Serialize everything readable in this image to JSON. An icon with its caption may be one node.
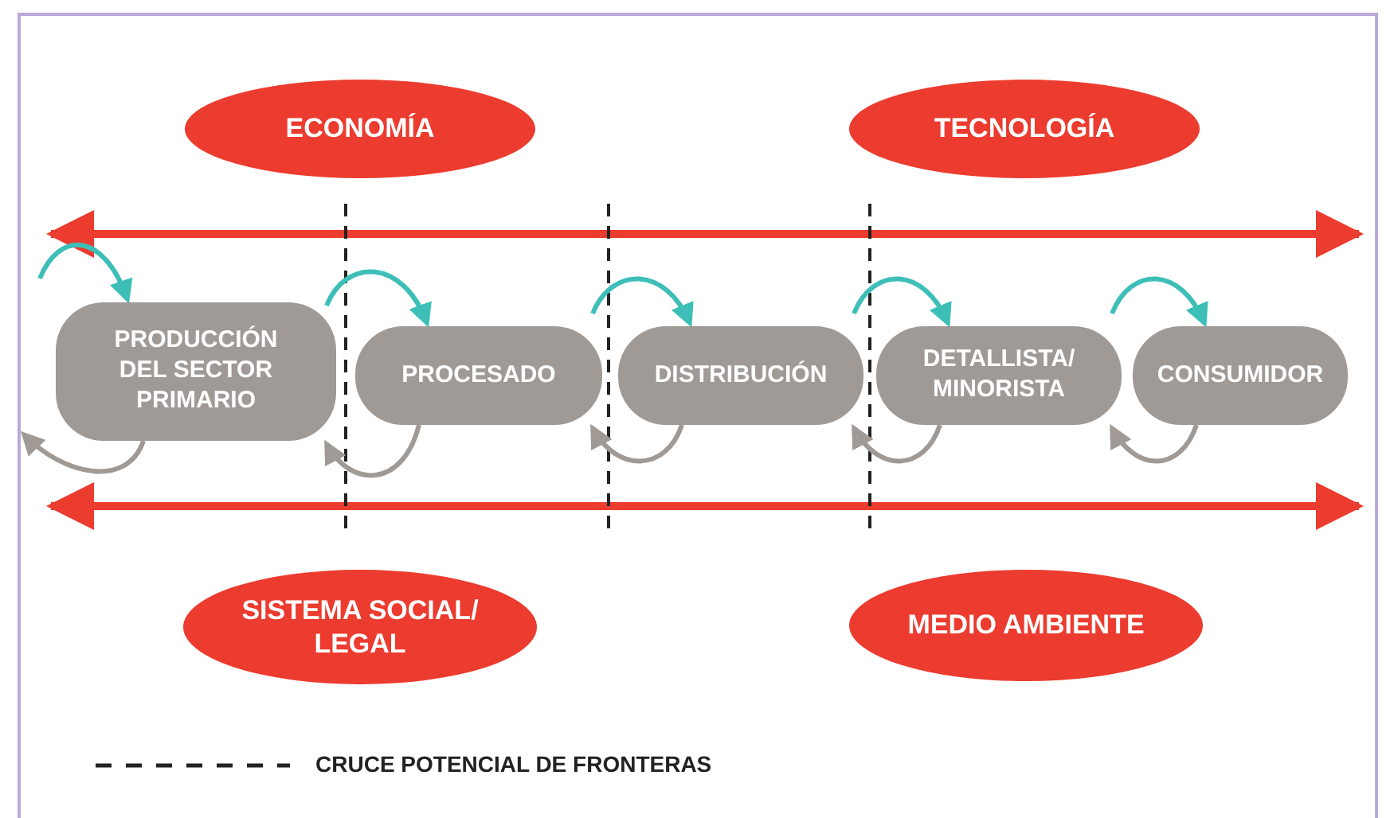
{
  "diagram": {
    "nodes": [
      {
        "text": [
          "ECONOMÍA"
        ]
      },
      {
        "text": [
          "TECNOLOGÍA"
        ]
      },
      {
        "text": [
          "PRODUCCIÓN DEL SECTOR PRIMARIO"
        ]
      },
      {
        "text": [
          "PROCESADO"
        ]
      },
      {
        "text": [
          "DISTRIBUCIÓN"
        ]
      },
      {
        "text": [
          "DETALLISTA/ MINORISTA"
        ]
      },
      {
        "text": [
          "CONSUMIDOR"
        ]
      },
      {
        "text": [
          "SISTEMA SOCIAL/ LEGAL"
        ]
      },
      {
        "text": [
          "MEDIO AMBIENTE"
        ]
      }
    ],
    "edges": [
      {
        "from": null,
        "to": 2,
        "arrow": "to",
        "color": "#3dbfb8"
      },
      {
        "from": 2,
        "to": 3,
        "arrow": "to",
        "color": "#3dbfb8"
      },
      {
        "from": 3,
        "to": 4,
        "arrow": "to",
        "color": "#3dbfb8"
      },
      {
        "from": 4,
        "to": 5,
        "arrow": "to",
        "color": "#3dbfb8"
      },
      {
        "from": 5,
        "to": 6,
        "arrow": "to",
        "color": "#3dbfb8"
      },
      {
        "from": 2,
        "to": null,
        "arrow": "to",
        "color": "#a09a96"
      },
      {
        "from": 3,
        "to": 2,
        "arrow": "to",
        "color": "#a09a96"
      },
      {
        "from": 4,
        "to": 3,
        "arrow": "to",
        "color": "#a09a96"
      },
      {
        "from": 5,
        "to": 4,
        "arrow": "to",
        "color": "#a09a96"
      },
      {
        "from": 6,
        "to": 5,
        "arrow": "to",
        "color": "#a09a96"
      }
    ],
    "legend": [
      {
        "text": "CRUCE POTENCIAL DE FRONTERAS"
      }
    ]
  }
}
